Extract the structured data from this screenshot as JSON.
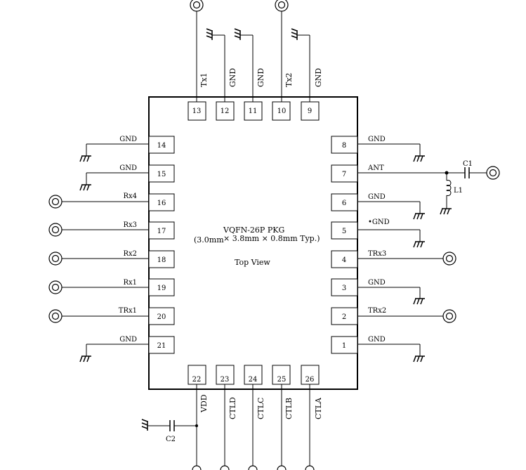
{
  "package": {
    "line1": "VQFN-26P PKG",
    "line2_left": "(3.0mm",
    "line2_right": "× 3.8mm × 0.8mm Typ.)",
    "view": "Top View"
  },
  "pins": {
    "p1": "1",
    "p2": "2",
    "p3": "3",
    "p4": "4",
    "p5": "5",
    "p6": "6",
    "p7": "7",
    "p8": "8",
    "p9": "9",
    "p10": "10",
    "p11": "11",
    "p12": "12",
    "p13": "13",
    "p14": "14",
    "p15": "15",
    "p16": "16",
    "p17": "17",
    "p18": "18",
    "p19": "19",
    "p20": "20",
    "p21": "21",
    "p22": "22",
    "p23": "23",
    "p24": "24",
    "p25": "25",
    "p26": "26"
  },
  "signals": {
    "p1": "GND",
    "p2": "TRx2",
    "p3": "GND",
    "p4": "TRx3",
    "p5": "•GND",
    "p6": "GND",
    "p7": "ANT",
    "p8": "GND",
    "p9": "GND",
    "p10": "Tx2",
    "p11": "GND",
    "p12": "GND",
    "p13": "Tx1",
    "p14": "GND",
    "p15": "GND",
    "p16": "Rx4",
    "p17": "Rx3",
    "p18": "Rx2",
    "p19": "Rx1",
    "p20": "TRx1",
    "p21": "GND",
    "p22": "VDD",
    "p23": "CTLD",
    "p24": "CTLC",
    "p25": "CTLB",
    "p26": "CTLA"
  },
  "components": {
    "c1": "C1",
    "c2": "C2",
    "l1": "L1"
  },
  "colors": {
    "line": "#000000",
    "background": "#ffffff"
  }
}
